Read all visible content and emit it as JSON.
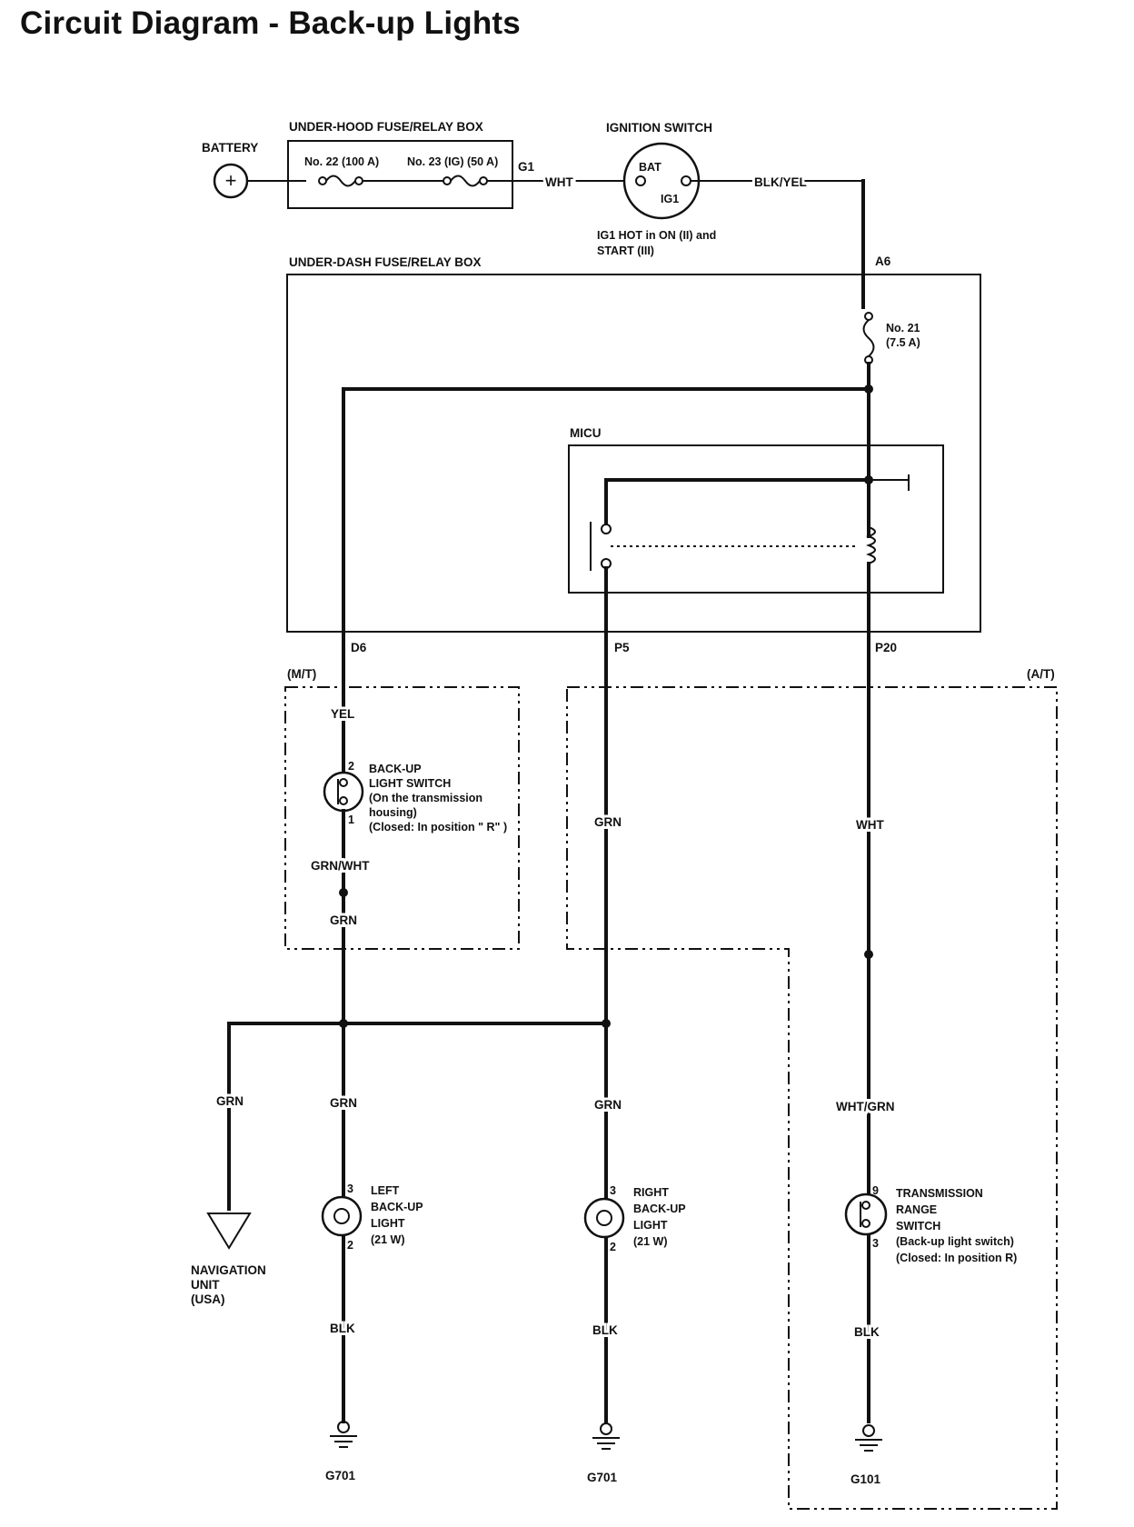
{
  "title": "Circuit Diagram - Back-up Lights",
  "labels": {
    "battery": "BATTERY",
    "under_hood_box": "UNDER-HOOD FUSE/RELAY BOX",
    "fuse22": "No. 22 (100 A)",
    "fuse23": "No. 23 (IG) (50 A)",
    "g1": "G1",
    "wht_top": "WHT",
    "ignition_switch": "IGNITION SWITCH",
    "bat": "BAT",
    "ig1": "IG1",
    "blk_yel": "BLK/YEL",
    "ig1_note_1": "IG1 HOT in ON (II) and",
    "ig1_note_2": "START (III)",
    "under_dash_box": "UNDER-DASH FUSE/RELAY BOX",
    "a6": "A6",
    "fuse21_1": "No. 21",
    "fuse21_2": "(7.5 A)",
    "micu": "MICU",
    "d6": "D6",
    "p5": "P5",
    "p20": "P20",
    "mt": "(M/T)",
    "at": "(A/T)",
    "yel": "YEL",
    "backup_switch_pin2": "2",
    "backup_switch_pin1": "1",
    "backup_switch_1": "BACK-UP",
    "backup_switch_2": "LIGHT SWITCH",
    "backup_switch_3": "(On the transmission",
    "backup_switch_4": "housing)",
    "backup_switch_5": "(Closed: In position \" R\" )",
    "grn_wht": "GRN/WHT",
    "grn_mt": "GRN",
    "grn_mid": "GRN",
    "wht_right": "WHT",
    "grn_nav": "GRN",
    "grn_left": "GRN",
    "grn_right": "GRN",
    "wht_grn": "WHT/GRN",
    "nav_1": "NAVIGATION",
    "nav_2": "UNIT",
    "nav_3": "(USA)",
    "left_pin3": "3",
    "left_pin2": "2",
    "left_1": "LEFT",
    "left_2": "BACK-UP",
    "left_3": "LIGHT",
    "left_4": "(21 W)",
    "right_pin3": "3",
    "right_pin2": "2",
    "right_1": "RIGHT",
    "right_2": "BACK-UP",
    "right_3": "LIGHT",
    "right_4": "(21 W)",
    "trs_pin9": "9",
    "trs_pin3": "3",
    "trs_1": "TRANSMISSION",
    "trs_2": "RANGE",
    "trs_3": "SWITCH",
    "trs_4": "(Back-up light switch)",
    "trs_5": "(Closed: In position R)",
    "blk_left": "BLK",
    "blk_mid": "BLK",
    "blk_right": "BLK",
    "g701_left": "G701",
    "g701_mid": "G701",
    "g101": "G101",
    "battery_symbol": "+"
  }
}
